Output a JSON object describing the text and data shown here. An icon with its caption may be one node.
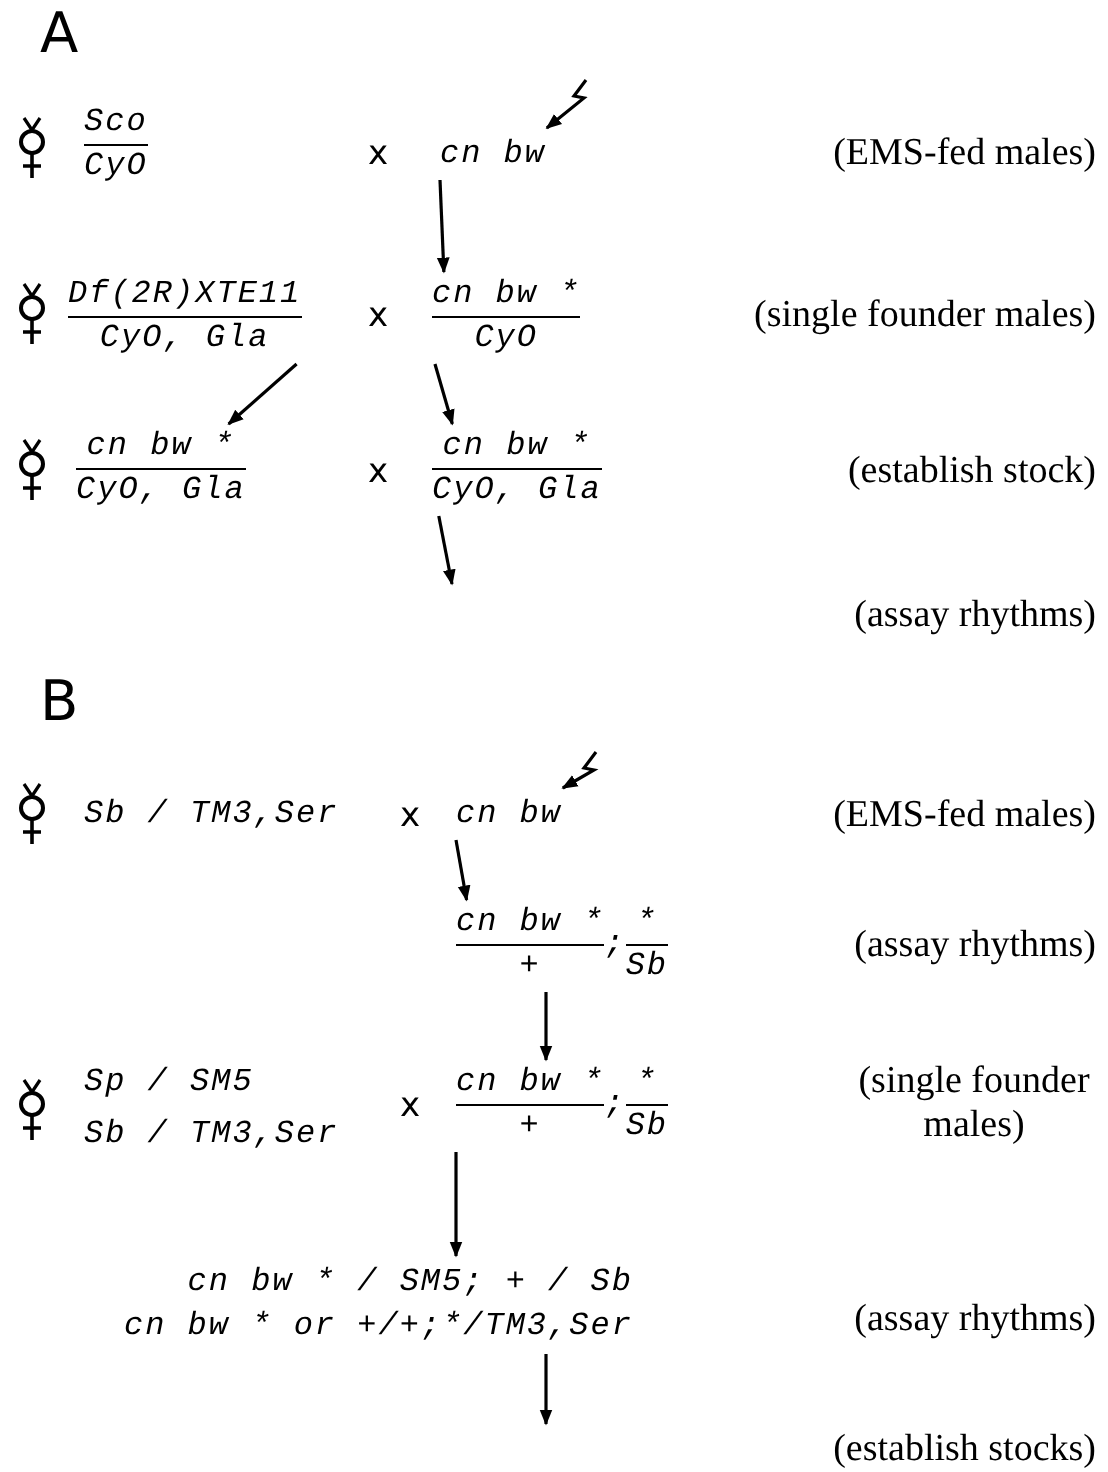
{
  "diagram": {
    "nodes": [
      {
        "text": [
          "Sco",
          "CyO"
        ]
      },
      {
        "text": [
          "cn bw"
        ]
      },
      {
        "text": [
          "Df(2R)XTE11",
          "CyO, Gla"
        ]
      },
      {
        "text": [
          "cn bw *",
          "CyO"
        ]
      },
      {
        "text": [
          "cn bw *",
          "CyO, Gla"
        ]
      },
      {
        "text": [
          "cn bw *",
          "CyO, Gla"
        ]
      },
      {
        "text": [
          "Sb / TM3,Ser"
        ]
      },
      {
        "text": [
          "cn bw"
        ]
      },
      {
        "text": [
          "cn bw *",
          "+",
          ";",
          "*",
          "Sb"
        ]
      },
      {
        "text": [
          "Sp / SM5",
          "Sb / TM3,Ser"
        ]
      },
      {
        "text": [
          "cn bw *",
          "+",
          ";",
          "*",
          "Sb"
        ]
      },
      {
        "text": [
          "cn bw * / SM5; + / Sb",
          "cn bw * or +/+;*/TM3,Ser"
        ]
      }
    ],
    "edges": [
      {
        "from": null,
        "to": 1,
        "arrow": "to"
      },
      {
        "from": 1,
        "to": 3,
        "arrow": "to"
      },
      {
        "from": 2,
        "to": 4,
        "arrow": "to"
      },
      {
        "from": 3,
        "to": 5,
        "arrow": "to"
      },
      {
        "from": 5,
        "to": null,
        "arrow": "to"
      },
      {
        "from": null,
        "to": 7,
        "arrow": "to"
      },
      {
        "from": 7,
        "to": 8,
        "arrow": "to"
      },
      {
        "from": 8,
        "to": 10,
        "arrow": "to"
      },
      {
        "from": 10,
        "to": 11,
        "arrow": "to"
      },
      {
        "from": 11,
        "to": null,
        "arrow": "to"
      }
    ],
    "labels": [
      "A",
      "x",
      "(EMS-fed males)",
      "x",
      "(single founder males)",
      "x",
      "(establish stock)",
      "(assay rhythms)",
      "B",
      "x",
      "(EMS-fed males)",
      "(assay rhythms)",
      "x",
      "(single founder males)",
      "(assay rhythms)",
      "(establish stocks)"
    ]
  }
}
